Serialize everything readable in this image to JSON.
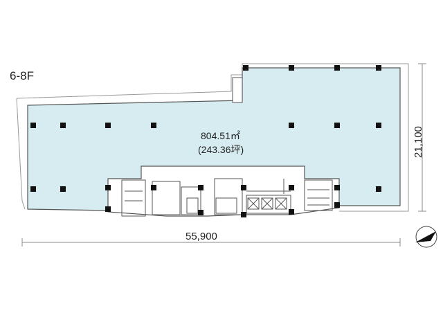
{
  "plan": {
    "floor_label": "6-8F",
    "area_m2": "804.51㎡",
    "area_tsubo": "(243.36坪)",
    "width_dimension": "55,900",
    "height_dimension": "21,100",
    "north_arrow_icon": "north-arrow-icon",
    "colors": {
      "floor_fill": "#d6ecf1",
      "wall_line": "#555555",
      "column": "#111111",
      "dimension_line": "#888888"
    }
  }
}
